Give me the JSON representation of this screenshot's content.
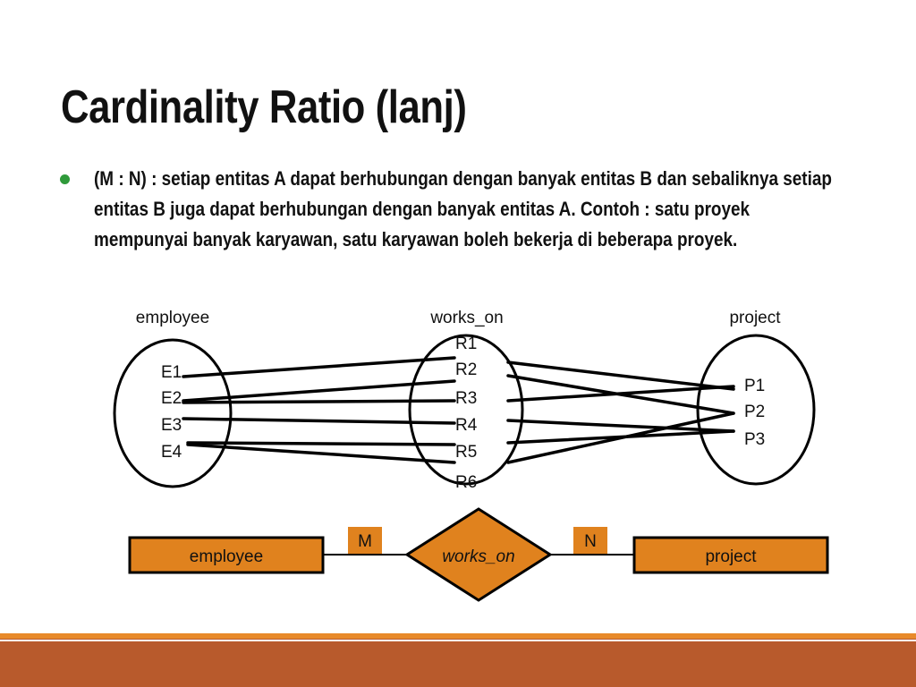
{
  "slide": {
    "title": "Cardinality Ratio (lanj)",
    "bullet": "(M : N) :  setiap entitas A dapat berhubungan dengan banyak entitas B dan sebaliknya setiap entitas B juga dapat berhubungan dengan banyak entitas A. Contoh : satu proyek mempunyai banyak karyawan, satu karyawan boleh bekerja di beberapa proyek."
  },
  "instance_diagram": {
    "employee_label": "employee",
    "works_on_label": "works_on",
    "project_label": "project",
    "employees": [
      "E1",
      "E2",
      "E3",
      "E4"
    ],
    "relationships": [
      "R1",
      "R2",
      "R3",
      "R4",
      "R5",
      "R6"
    ],
    "projects": [
      "P1",
      "P2",
      "P3"
    ]
  },
  "er_diagram": {
    "entity_left": "employee",
    "relationship": "works_on",
    "entity_right": "project",
    "cardinality_left": "M",
    "cardinality_right": "N"
  },
  "colors": {
    "accent_orange": "#e0821e",
    "band_brown": "#b85a2c",
    "bullet_green": "#2f9a3a"
  }
}
